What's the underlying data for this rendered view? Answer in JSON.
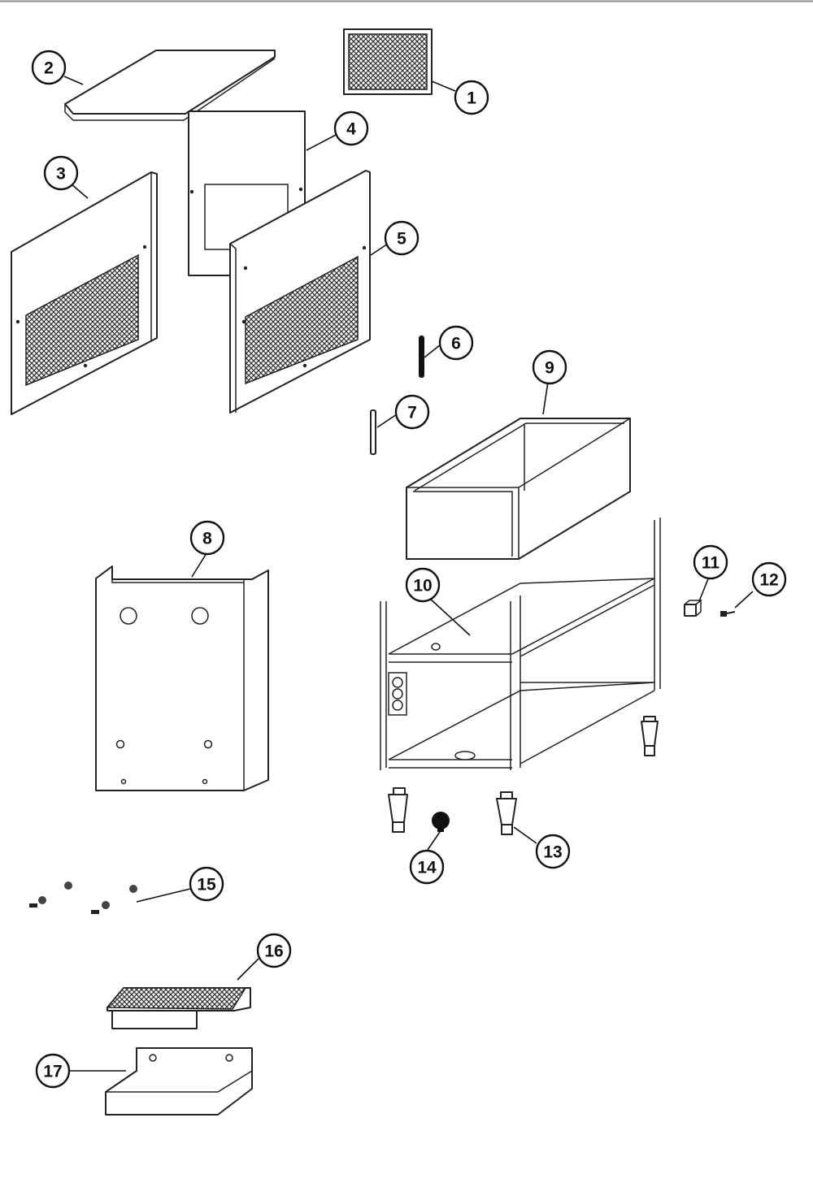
{
  "diagram": {
    "type": "exploded-parts-view",
    "callouts": [
      {
        "id": "1",
        "label": "1"
      },
      {
        "id": "2",
        "label": "2"
      },
      {
        "id": "3",
        "label": "3"
      },
      {
        "id": "4",
        "label": "4"
      },
      {
        "id": "5",
        "label": "5"
      },
      {
        "id": "6",
        "label": "6"
      },
      {
        "id": "7",
        "label": "7"
      },
      {
        "id": "8",
        "label": "8"
      },
      {
        "id": "9",
        "label": "9"
      },
      {
        "id": "10",
        "label": "10"
      },
      {
        "id": "11",
        "label": "11"
      },
      {
        "id": "12",
        "label": "12"
      },
      {
        "id": "13",
        "label": "13"
      },
      {
        "id": "14",
        "label": "14"
      },
      {
        "id": "15",
        "label": "15"
      },
      {
        "id": "16",
        "label": "16"
      },
      {
        "id": "17",
        "label": "17"
      }
    ]
  }
}
